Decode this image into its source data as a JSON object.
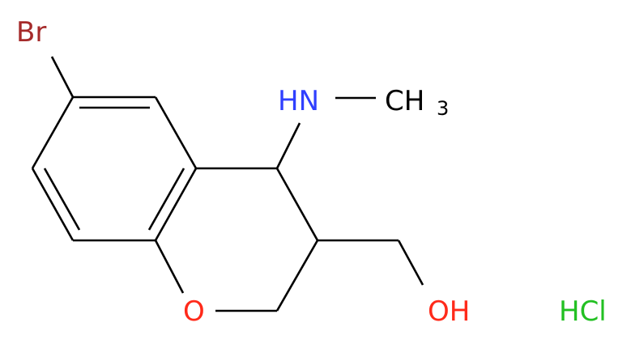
{
  "molecule": {
    "atoms": {
      "bromine": "Br",
      "nitrogen_h": "HN",
      "methyl": "CH",
      "methyl_subscript": "3",
      "oxygen_ring": "O",
      "hydroxyl": "OH",
      "salt": "HCl"
    },
    "colors": {
      "bond": "#000000",
      "bromine": "#a52a2a",
      "nitrogen": "#2f3fff",
      "oxygen": "#ff2a1a",
      "carbon_label": "#000000",
      "chlorine": "#22c022"
    }
  }
}
